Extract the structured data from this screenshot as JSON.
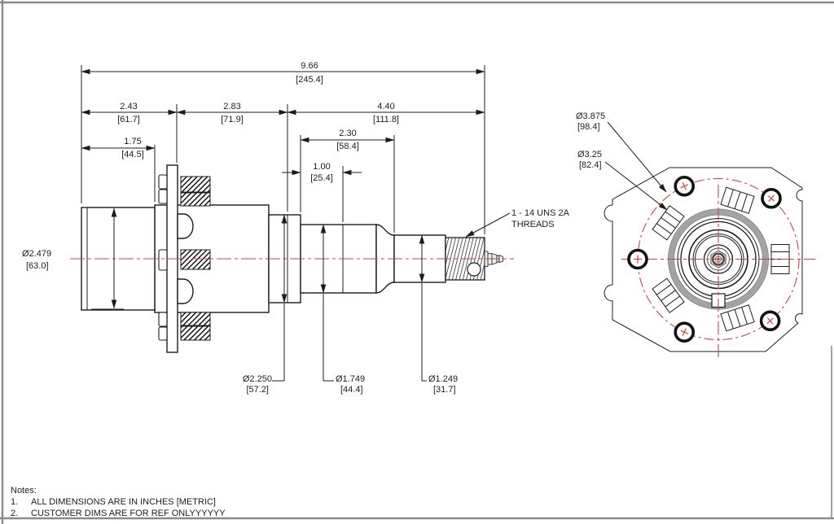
{
  "side_view": {
    "dims": {
      "overall_length": {
        "in": "9.66",
        "mm": "[245.4]"
      },
      "flange_offset": {
        "in": "2.43",
        "mm": "[61.7]"
      },
      "mid_length": {
        "in": "2.83",
        "mm": "[71.9]"
      },
      "spindle_length": {
        "in": "4.40",
        "mm": "[111.8]"
      },
      "pilot_length": {
        "in": "1.75",
        "mm": "[44.5]"
      },
      "journal_length": {
        "in": "2.30",
        "mm": "[58.4]"
      },
      "seat_length": {
        "in": "1.00",
        "mm": "[25.4]"
      },
      "pilot_dia": {
        "in": "Ø2.479",
        "mm": "[63.0]"
      },
      "seal_dia": {
        "in": "Ø2.250",
        "mm": "[57.2]"
      },
      "inner_bearing_dia": {
        "in": "Ø1.749",
        "mm": "[44.4]"
      },
      "outer_bearing_dia": {
        "in": "Ø1.249",
        "mm": "[31.7]"
      }
    },
    "thread_callout": {
      "line1": "1 - 14 UNS 2A",
      "line2": "THREADS"
    }
  },
  "end_view": {
    "dims": {
      "bolt_circle_dia": {
        "in": "Ø3.875",
        "mm": "[98.4]"
      },
      "slot_circle_dia": {
        "in": "Ø3.25",
        "mm": "[82.4]"
      }
    }
  },
  "notes": {
    "heading": "Notes:",
    "items": [
      {
        "num": "1.",
        "text": "ALL DIMENSIONS ARE IN INCHES [METRIC]"
      },
      {
        "num": "2.",
        "text": "CUSTOMER DIMS ARE FOR REF ONLYYYYYY"
      }
    ]
  },
  "colors": {
    "centerline_red": "#c84640",
    "line_black": "#1c1c1c",
    "bearing_ring_gray": "#a3a3a3",
    "frame_gray": "#8a8a8a"
  }
}
